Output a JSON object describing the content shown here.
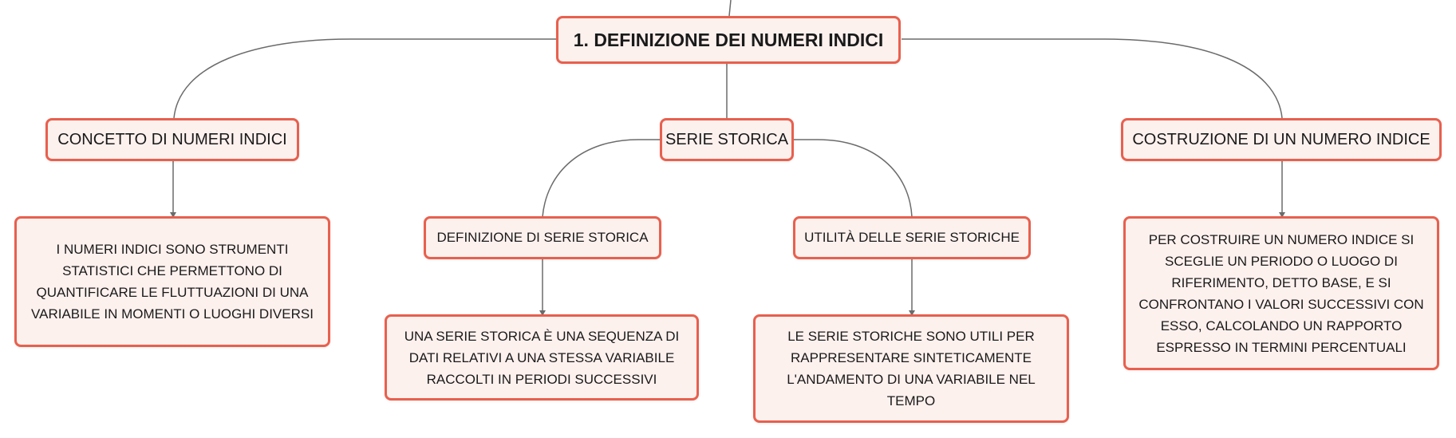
{
  "mindmap": {
    "root": {
      "label": "1. DEFINIZIONE DEI NUMERI INDICI"
    },
    "topics": [
      {
        "label": "CONCETTO DI NUMERI INDICI",
        "detail": "I NUMERI INDICI SONO STRUMENTI STATISTICI CHE PERMETTONO DI QUANTIFICARE LE FLUTTUAZIONI DI UNA VARIABILE IN MOMENTI O LUOGHI DIVERSI"
      },
      {
        "label": "SERIE STORICA",
        "subtopics": [
          {
            "label": "DEFINIZIONE DI SERIE STORICA",
            "detail": "UNA SERIE STORICA È UNA SEQUENZA DI DATI RELATIVI A UNA STESSA VARIABILE RACCOLTI IN PERIODI SUCCESSIVI"
          },
          {
            "label": "UTILITÀ DELLE SERIE STORICHE",
            "detail": "LE SERIE STORICHE SONO UTILI PER RAPPRESENTARE SINTETICAMENTE L'ANDAMENTO DI UNA VARIABILE NEL TEMPO"
          }
        ]
      },
      {
        "label": "COSTRUZIONE DI UN NUMERO INDICE",
        "detail": "PER COSTRUIRE UN NUMERO INDICE SI SCEGLIE UN PERIODO O LUOGO DI RIFERIMENTO, DETTO BASE, E SI CONFRONTANO I VALORI SUCCESSIVI CON ESSO, CALCOLANDO UN RAPPORTO ESPRESSO IN TERMINI PERCENTUALI"
      }
    ]
  },
  "colors": {
    "node_border": "#e8604e",
    "node_fill": "#fdf1ee",
    "connector": "#6b6b6b",
    "text": "#1a1a1a"
  }
}
